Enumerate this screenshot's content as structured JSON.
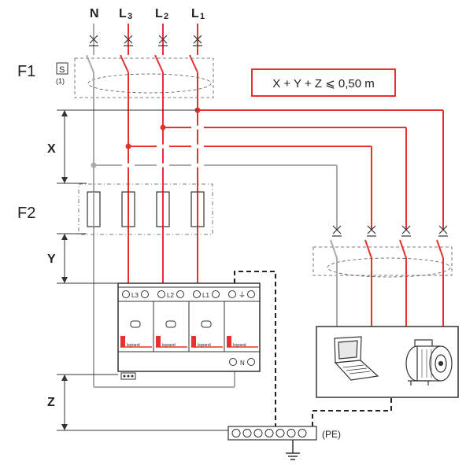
{
  "labels": {
    "n": "N",
    "l3": "L",
    "l3_sub": "3",
    "l2": "L",
    "l2_sub": "2",
    "l1": "L",
    "l1_sub": "1",
    "f1": "F1",
    "f2": "F2",
    "s_box": "S",
    "note_1": "(1)",
    "x": "X",
    "y": "Y",
    "z": "Z",
    "formula": "X + Y + Z ⩽ 0,50 m",
    "pe": "(PE)"
  },
  "spd": {
    "top_terminals": [
      "L3",
      "L2",
      "L1",
      "⏚"
    ],
    "bottom_terminal": "N",
    "brand": "legrand"
  },
  "colors": {
    "phase": "#e8312f",
    "neutral": "#aaaaaa",
    "outline": "#333333"
  },
  "icons": [
    "laptop-icon",
    "motor-icon",
    "ground-icon",
    "switch-contact-icon"
  ]
}
